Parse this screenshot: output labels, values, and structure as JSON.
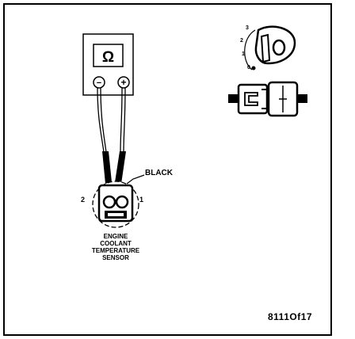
{
  "figure_code": "8111Of17",
  "ohmmeter": {
    "display_symbol": "Ω",
    "terminal_negative": "−",
    "terminal_positive": "+"
  },
  "wire_color": "BLACK",
  "connector_pins": {
    "left": "2",
    "right": "1"
  },
  "component_label": [
    "ENGINE",
    "COOLANT",
    "TEMPERATURE",
    "SENSOR"
  ],
  "ignition_key": {
    "positions": [
      "3",
      "2",
      "1",
      "0"
    ]
  }
}
